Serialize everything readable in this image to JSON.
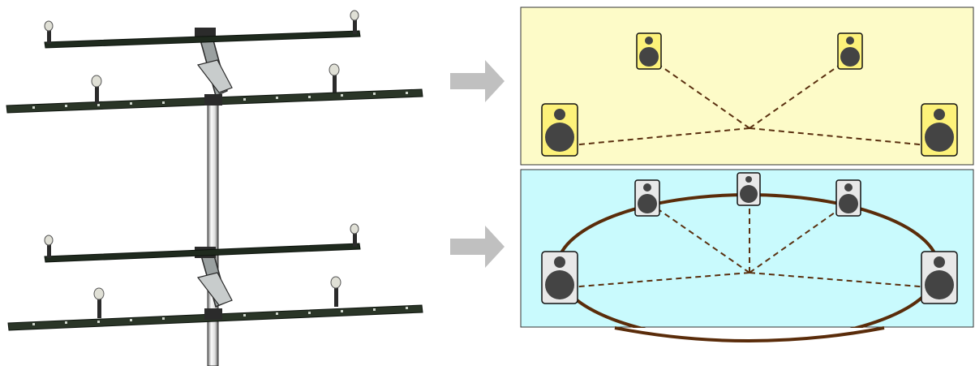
{
  "scene": {
    "left_photo": {
      "subject": "microphone-array-rig",
      "upper_pair_mic_count": 4,
      "lower_pair_mic_count": 4
    },
    "arrows": [
      {
        "name": "arrow-to-top-panel",
        "color": "#c0c0c0"
      },
      {
        "name": "arrow-to-bottom-panel",
        "color": "#c0c0c0"
      }
    ],
    "panels": [
      {
        "name": "top-layout-panel",
        "background": "#fdfbc8",
        "speaker_fill": "#fdf27a",
        "speaker_count": 4,
        "has_ellipse": false
      },
      {
        "name": "bottom-layout-panel",
        "background": "#c9fafd",
        "speaker_fill": "#e8e8e8",
        "speaker_count": 5,
        "has_ellipse": true
      }
    ],
    "colors": {
      "line": "#5a3010",
      "ellipse": "#5a2c0a",
      "driver": "#444444",
      "rig_bar": "#1f2a1e",
      "pole": "#f3f3f3"
    }
  }
}
